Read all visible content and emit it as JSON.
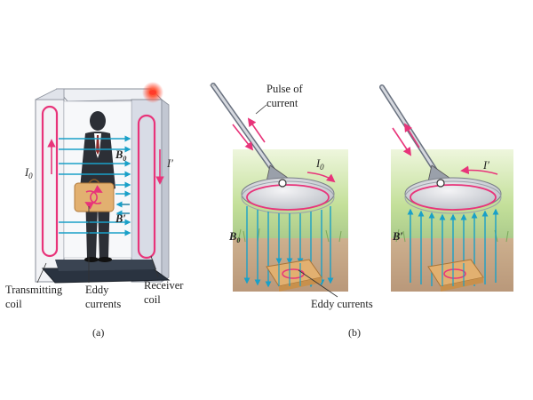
{
  "panel_a": {
    "caption": "(a)",
    "labels": {
      "transmitting_coil": [
        "Transmitting",
        "coil"
      ],
      "eddy_currents": [
        "Eddy",
        "currents"
      ],
      "receiver_coil": [
        "Receiver",
        "coil"
      ],
      "i0": "I",
      "i0_sub": "0",
      "i_prime": "I′",
      "b0": "B",
      "b0_sub": "0",
      "b_prime": "B′"
    }
  },
  "panel_b": {
    "caption": "(b)",
    "labels": {
      "pulse_of_current": [
        "Pulse of",
        "current"
      ],
      "i0": "I",
      "i0_sub": "0",
      "i_prime": "I′",
      "b0": "B",
      "b0_sub": "0",
      "b_prime": "B′",
      "eddy_currents": "Eddy currents"
    }
  },
  "colors": {
    "coil": "#e8347a",
    "field": "#1aa0c8",
    "field_dark": "#127aa0",
    "person": "#2c2f36",
    "box": "#e2b070",
    "grass": "#b8d890",
    "soil": "#c8a888",
    "floor": "#2a3340",
    "booth_side": "#d8dce6",
    "alarm": "#ff3b2a"
  }
}
